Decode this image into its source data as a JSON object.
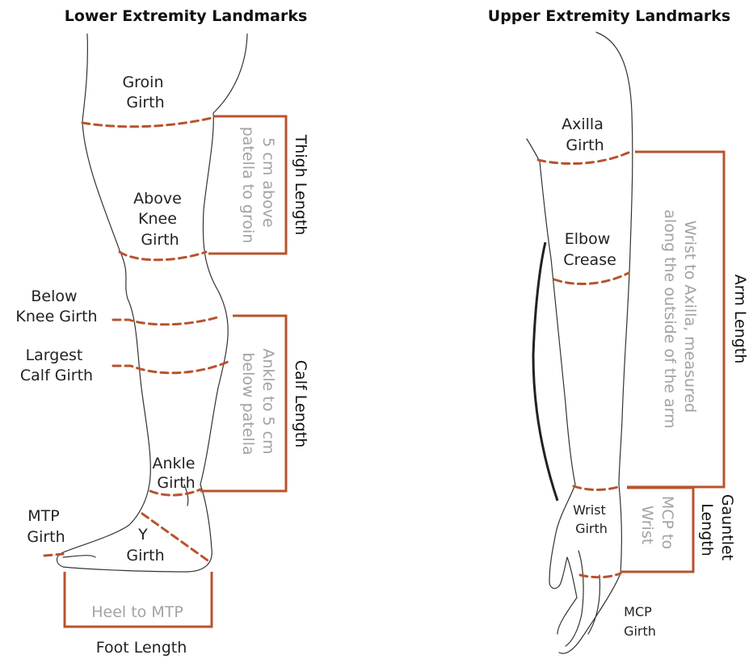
{
  "colors": {
    "accent": "#b8532e",
    "outline": "#333333",
    "note_gray": "#a3a3a3"
  },
  "lower": {
    "title": "Lower Extremity Landmarks",
    "groin": [
      "Groin",
      "Girth"
    ],
    "above_knee": [
      "Above",
      "Knee",
      "Girth"
    ],
    "below_knee": [
      "Below",
      "Knee Girth"
    ],
    "largest_calf": [
      "Largest",
      "Calf Girth"
    ],
    "ankle": [
      "Ankle",
      "Girth"
    ],
    "mtp": [
      "MTP",
      "Girth"
    ],
    "y_girth": [
      "Y",
      "Girth"
    ],
    "thigh_length": "Thigh Length",
    "thigh_note": [
      "5 cm above",
      "patella to groin"
    ],
    "calf_length": "Calf Length",
    "calf_note": [
      "Ankle to 5 cm",
      "below patella"
    ],
    "foot_note": "Heel to MTP",
    "foot_length": "Foot Length"
  },
  "upper": {
    "title": "Upper Extremity Landmarks",
    "axilla": [
      "Axilla",
      "Girth"
    ],
    "elbow": [
      "Elbow",
      "Crease"
    ],
    "wrist": [
      "Wrist",
      "Girth"
    ],
    "mcp": [
      "MCP",
      "Girth"
    ],
    "arm_length": "Arm Length",
    "arm_note": [
      "Wrist to Axilla, measured",
      "along the outside of the arm"
    ],
    "gauntlet_length": [
      "Gauntlet",
      "Length"
    ],
    "gauntlet_note": [
      "MCP to",
      "Wrist"
    ]
  }
}
